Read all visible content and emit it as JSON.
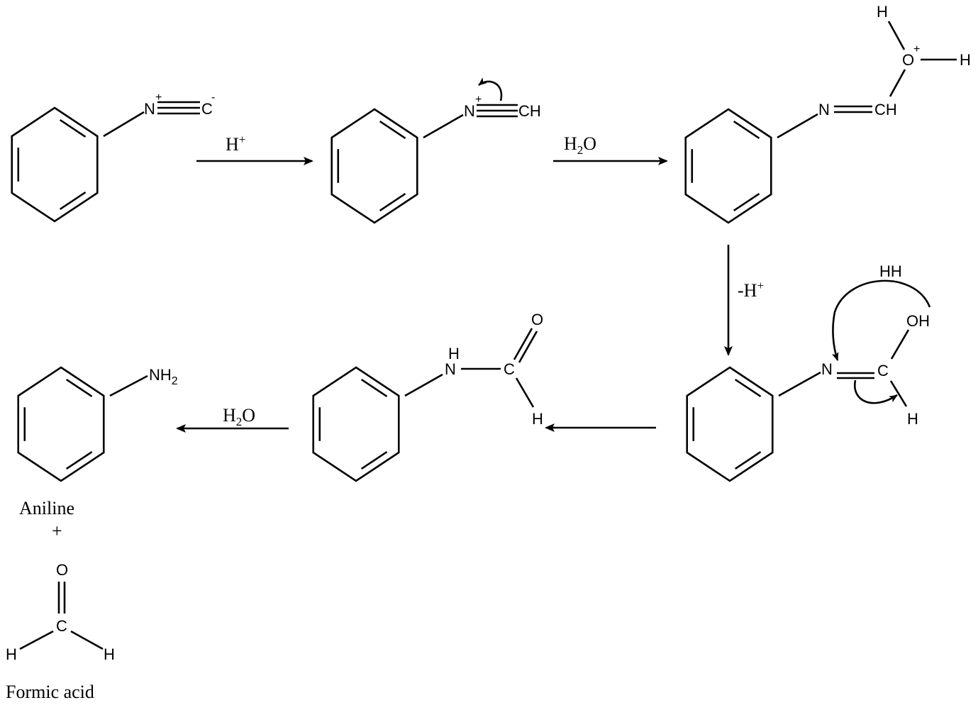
{
  "reagents": {
    "step1": "H",
    "step1_sup": "+",
    "step2": "H",
    "step2_sub": "2",
    "step2_o": "O",
    "step3": "-H",
    "step3_sup": "+",
    "step5": "H",
    "step5_sub": "2",
    "step5_o": "O"
  },
  "atoms": {
    "s1_n": "N",
    "s1_n_charge": "+",
    "s1_c": "C",
    "s1_c_charge": "-",
    "s2_n": "N",
    "s2_n_charge": "+",
    "s2_ch": "CH",
    "s3_n": "N",
    "s3_ch": "CH",
    "s3_o": "O",
    "s3_o_charge": "+",
    "s3_h1": "H",
    "s3_h2": "H",
    "s4_n": "N",
    "s4_c": "C",
    "s4_oh": "OH",
    "s4_h": "H",
    "s4_hh": "HH",
    "s5_n": "N",
    "s5_nh": "H",
    "s5_c": "C",
    "s5_o": "O",
    "s5_h": "H",
    "s6_nh": "NH",
    "s6_nh_sub": "2",
    "f_o": "O",
    "f_c": "C",
    "f_h1": "H",
    "f_h2": "H"
  },
  "labels": {
    "aniline": "Aniline",
    "plus": "+",
    "formic": "Formic acid"
  }
}
